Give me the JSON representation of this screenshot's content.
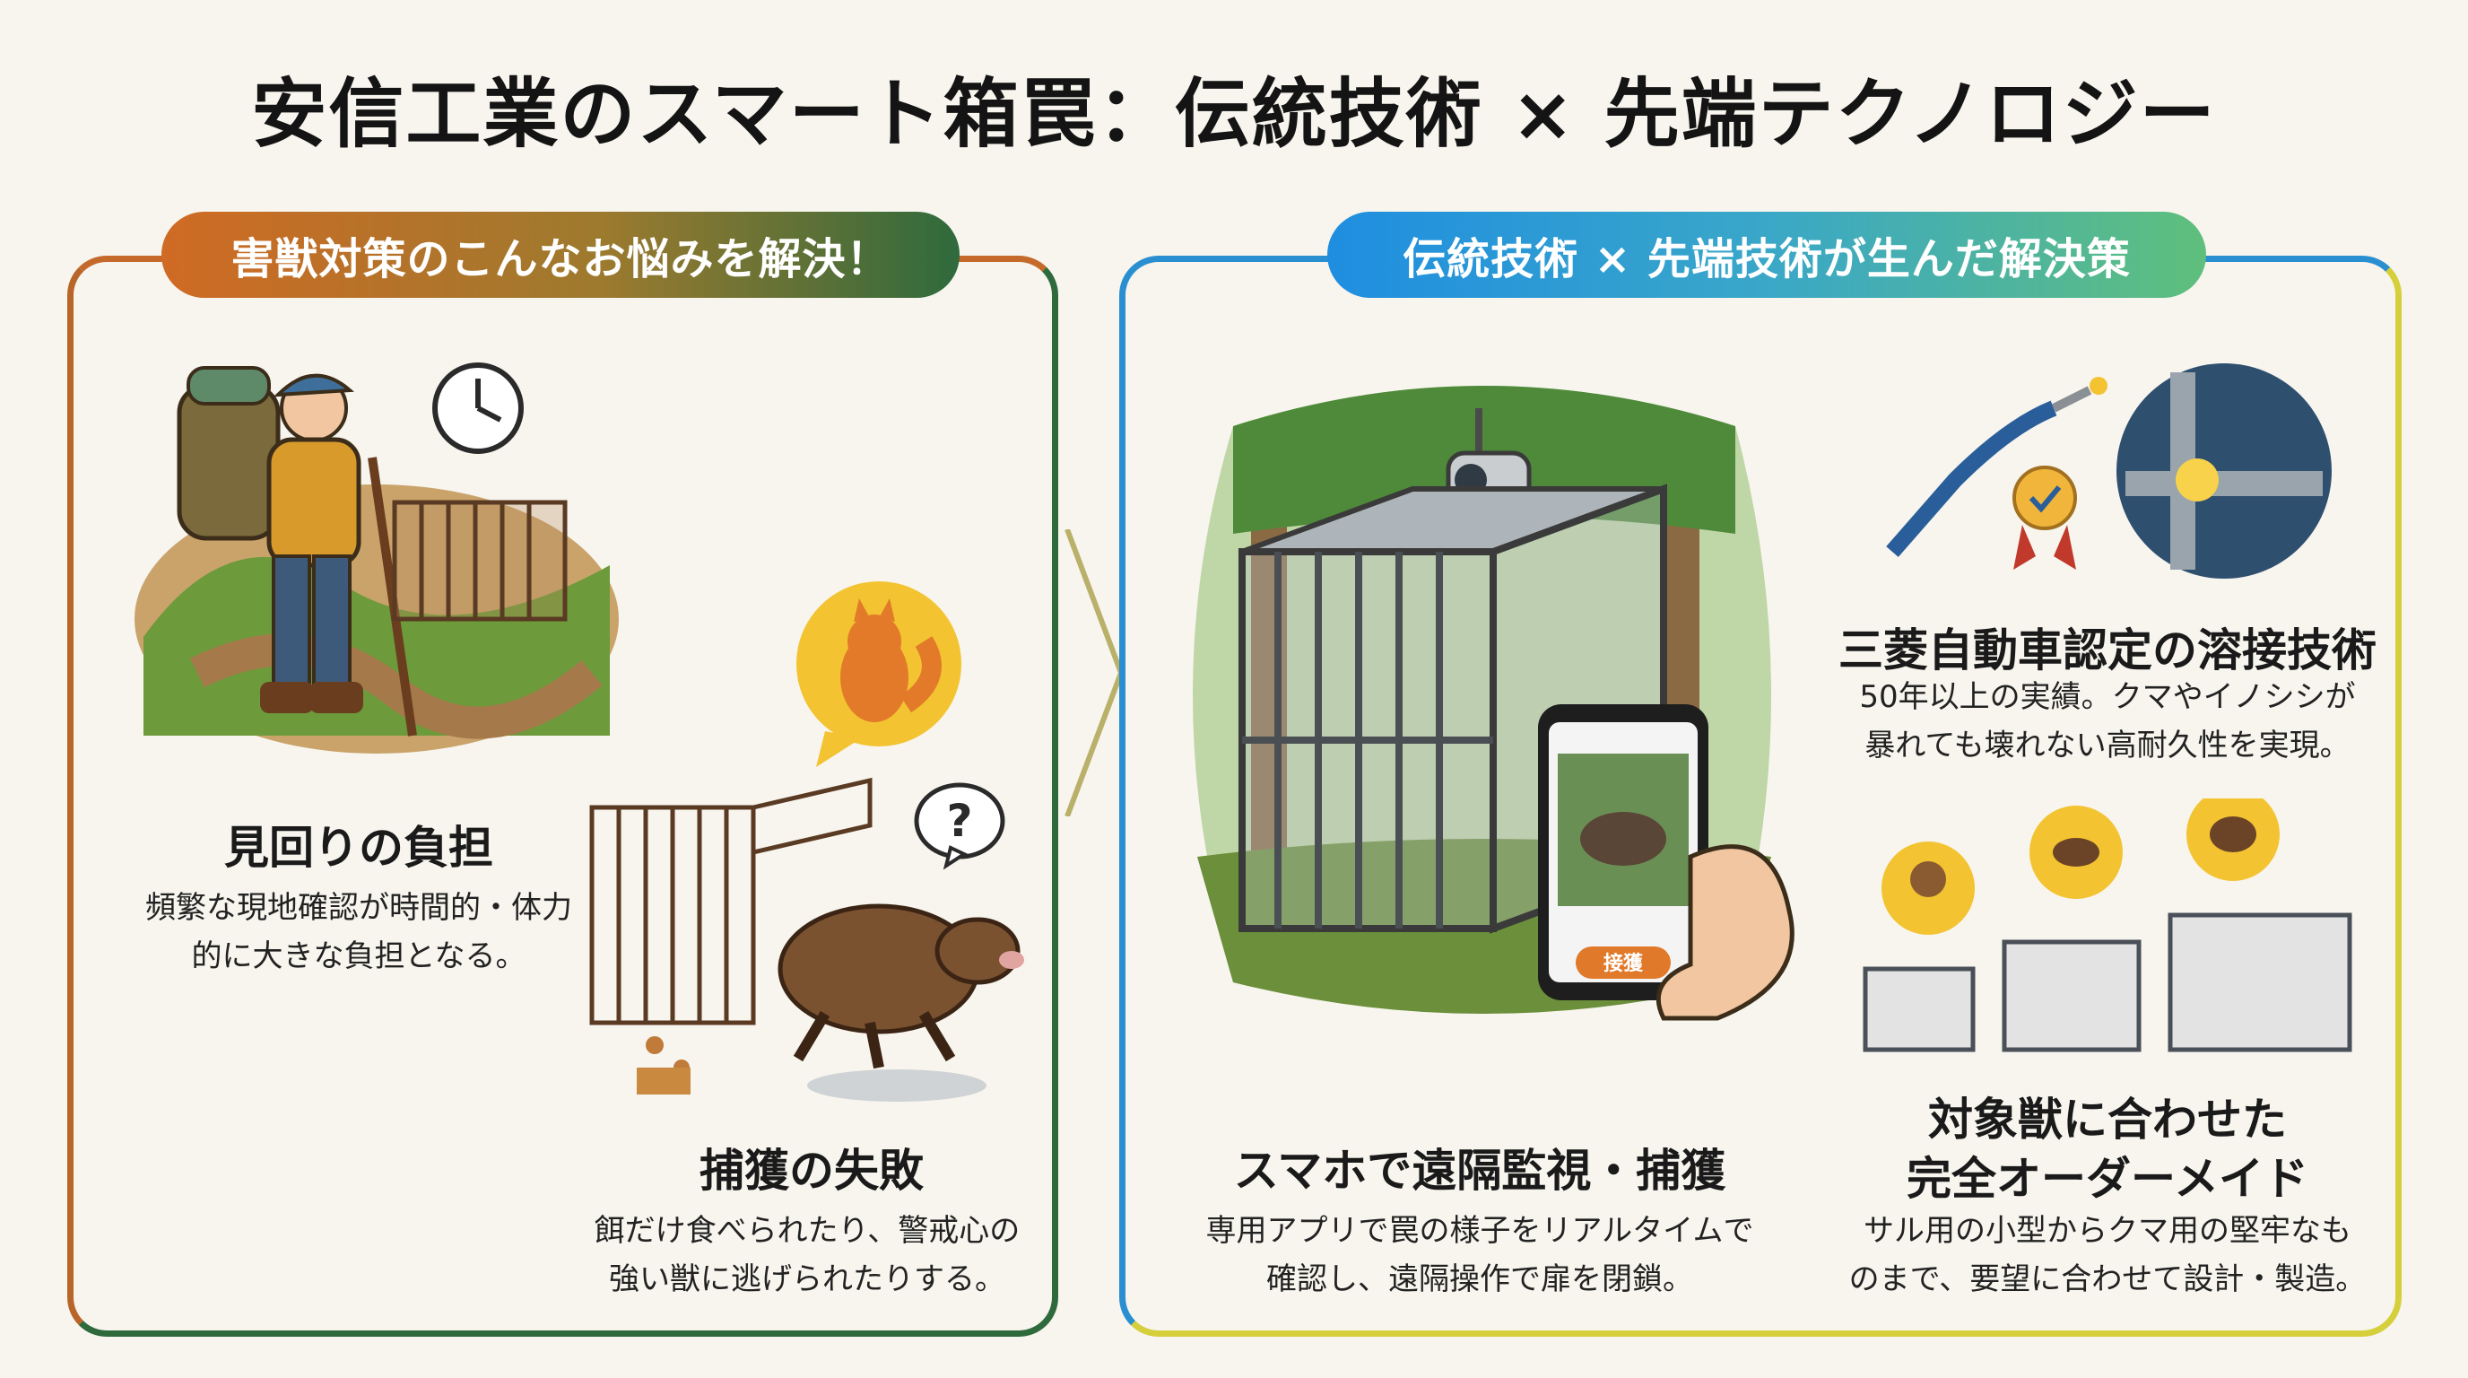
{
  "title": "安信工業のスマート箱罠：伝統技術 × 先端テクノロジー",
  "left_panel": {
    "header": "害獣対策のこんなお悩みを解決！",
    "items": [
      {
        "title": "見回りの負担",
        "body": "頻繁な現地確認が時間的・体力\n的に大きな負担となる。"
      },
      {
        "title": "捕獲の失敗",
        "body": "餌だけ食べられたり、警戒心の\n強い獣に逃げられたりする。"
      }
    ]
  },
  "right_panel": {
    "header": "伝統技術 × 先端技術が生んだ解決策",
    "phone_button": "接獲",
    "items": [
      {
        "title": "スマホで遠隔監視・捕獲",
        "body": "専用アプリで罠の様子をリアルタイムで\n確認し、遠隔操作で扉を閉鎖。"
      },
      {
        "title": "三菱自動車認定の溶接技術",
        "body": "50年以上の実績。クマやイノシシが\n暴れても壊れない高耐久性を実現。"
      },
      {
        "title": "対象獣に合わせた\n完全オーダーメイド",
        "body": "サル用の小型からクマ用の堅牢なも\nのまで、要望に合わせて設計・製造。"
      }
    ]
  },
  "colors": {
    "left_accent": "#c56a2a",
    "left_accent_2": "#2f6a3d",
    "right_accent": "#2a8fd1",
    "right_accent_2": "#d6cf3c"
  }
}
